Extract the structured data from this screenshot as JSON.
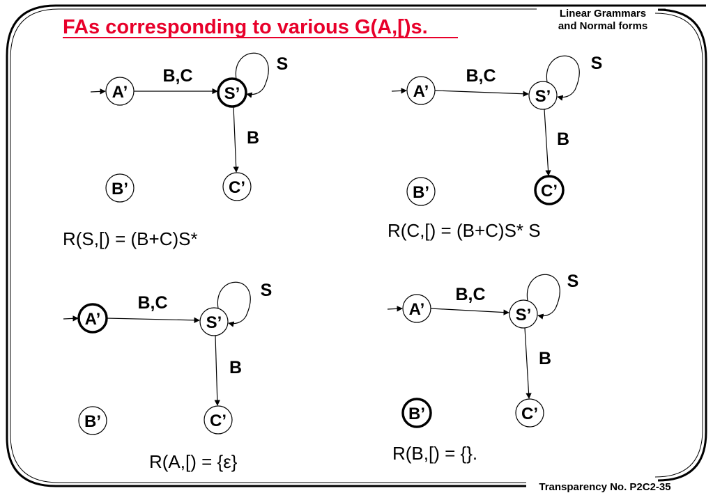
{
  "header": {
    "title": "FAs corresponding to various G(A,[)s.",
    "corner_line1": "Linear Grammars",
    "corner_line2": "and Normal forms"
  },
  "footer": {
    "transparency": "Transparency No. P2C2-35"
  },
  "diagrams": [
    {
      "nodes": {
        "A": "A’",
        "S": "S’",
        "B": "B’",
        "C": "C’"
      },
      "final_state": "S",
      "edge_labels": {
        "A_to_S": "B,C",
        "S_loop": "S",
        "S_to_C": "B"
      },
      "expression": "R(S,[) = (B+C)S*"
    },
    {
      "nodes": {
        "A": "A’",
        "S": "S’",
        "B": "B’",
        "C": "C’"
      },
      "final_state": "C",
      "edge_labels": {
        "A_to_S": "B,C",
        "S_loop": "S",
        "S_to_C": "B"
      },
      "expression": "R(C,[) = (B+C)S* S"
    },
    {
      "nodes": {
        "A": "A’",
        "S": "S’",
        "B": "B’",
        "C": "C’"
      },
      "final_state": "A",
      "edge_labels": {
        "A_to_S": "B,C",
        "S_loop": "S",
        "S_to_C": "B"
      },
      "expression": "R(A,[) = {ε}"
    },
    {
      "nodes": {
        "A": "A’",
        "S": "S’",
        "B": "B’",
        "C": "C’"
      },
      "final_state": "B",
      "edge_labels": {
        "A_to_S": "B,C",
        "S_loop": "S",
        "S_to_C": "B"
      },
      "expression": "R(B,[) = {}."
    }
  ]
}
